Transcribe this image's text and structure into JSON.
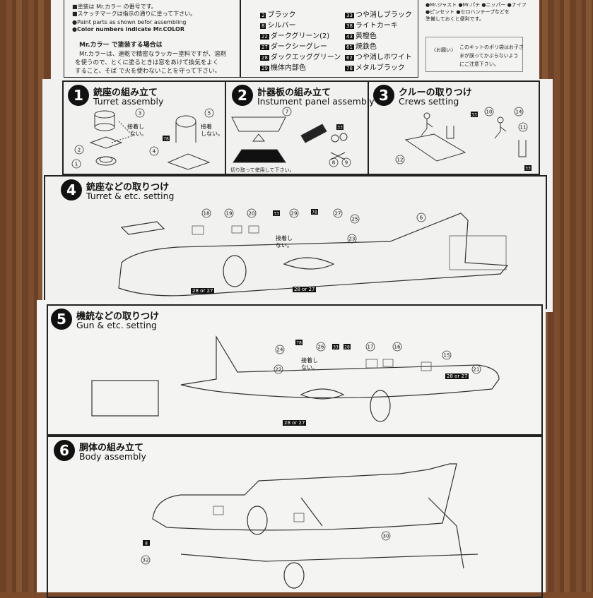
{
  "top": {
    "notes": [
      "■塗装は Mr.カラー の番号です。",
      "■スケッチマークは指示の通りに塗って下さい。",
      "●Paint parts as shown befor assembling",
      "●Color numbers indicate Mr.COLOR"
    ],
    "mrcolor_title": "Mr.カラー で塗装する場合は",
    "mrcolor_body": [
      "Mr.カラーは、速乾で精密なラッカー塗料ですが、溶剤",
      "を使うので、とくに塗るときは窓をあけて換気をよく",
      "すること、そば で火を使わないことを守って下さい。"
    ],
    "colors_left": [
      {
        "code": "2",
        "name": "ブラック"
      },
      {
        "code": "8",
        "name": "シルバー"
      },
      {
        "code": "22",
        "name": "ダークグリーン(2)"
      },
      {
        "code": "27",
        "name": "ダークシーグレー"
      },
      {
        "code": "28",
        "name": "ダックエッググリーン"
      },
      {
        "code": "29",
        "name": "機体内部色"
      }
    ],
    "colors_right": [
      {
        "code": "33",
        "name": "つや消しブラック"
      },
      {
        "code": "38",
        "name": "ライトカーキ"
      },
      {
        "code": "43",
        "name": "黄橙色"
      },
      {
        "code": "61",
        "name": "焼鉄色"
      },
      {
        "code": "62",
        "name": "つや消しホワイト"
      },
      {
        "code": "78",
        "name": "メタルブラック"
      }
    ],
    "tools": [
      "●Mr.ジャスト ●Mr.パテ ●ニッパー ●ナイフ",
      "●ピンセット ●セロハンテープなどを",
      "準備しておくと便利です。"
    ],
    "caution_title": "〈お願い〉",
    "caution_body": [
      "このキットのポリ袋はお子さ",
      "まが誤ってかぶらないよう",
      "にご注意下さい。"
    ]
  },
  "steps": [
    {
      "num": "1",
      "jp": "銃座の組み立て",
      "en": "Turret assembly"
    },
    {
      "num": "2",
      "jp": "計器板の組み立て",
      "en": "Instument panel assembly"
    },
    {
      "num": "3",
      "jp": "クルーの取りつけ",
      "en": "Crews setting"
    },
    {
      "num": "4",
      "jp": "銃座などの取りつけ",
      "en": "Turret & etc. setting"
    },
    {
      "num": "5",
      "jp": "機銃などの取りつけ",
      "en": "Gun & etc. setting"
    },
    {
      "num": "6",
      "jp": "胴体の組み立て",
      "en": "Body assembly"
    }
  ],
  "notes_glue": "接着しない。",
  "cutout_note": "切り取って使用して下さい。",
  "color_tag": "28 or 27",
  "part_numbers": {
    "s1": [
      "3",
      "2",
      "1",
      "5",
      "4",
      "78"
    ],
    "s2": [
      "7",
      "33",
      "8",
      "9"
    ],
    "s3": [
      "10",
      "14",
      "11",
      "12",
      "33",
      "33"
    ],
    "s4": [
      "18",
      "19",
      "20",
      "33",
      "29",
      "78",
      "27",
      "25",
      "23",
      "6"
    ],
    "s5": [
      "24",
      "22",
      "78",
      "26",
      "33",
      "28",
      "17",
      "16",
      "15",
      "21"
    ],
    "s6": [
      "8",
      "32",
      "30"
    ]
  }
}
